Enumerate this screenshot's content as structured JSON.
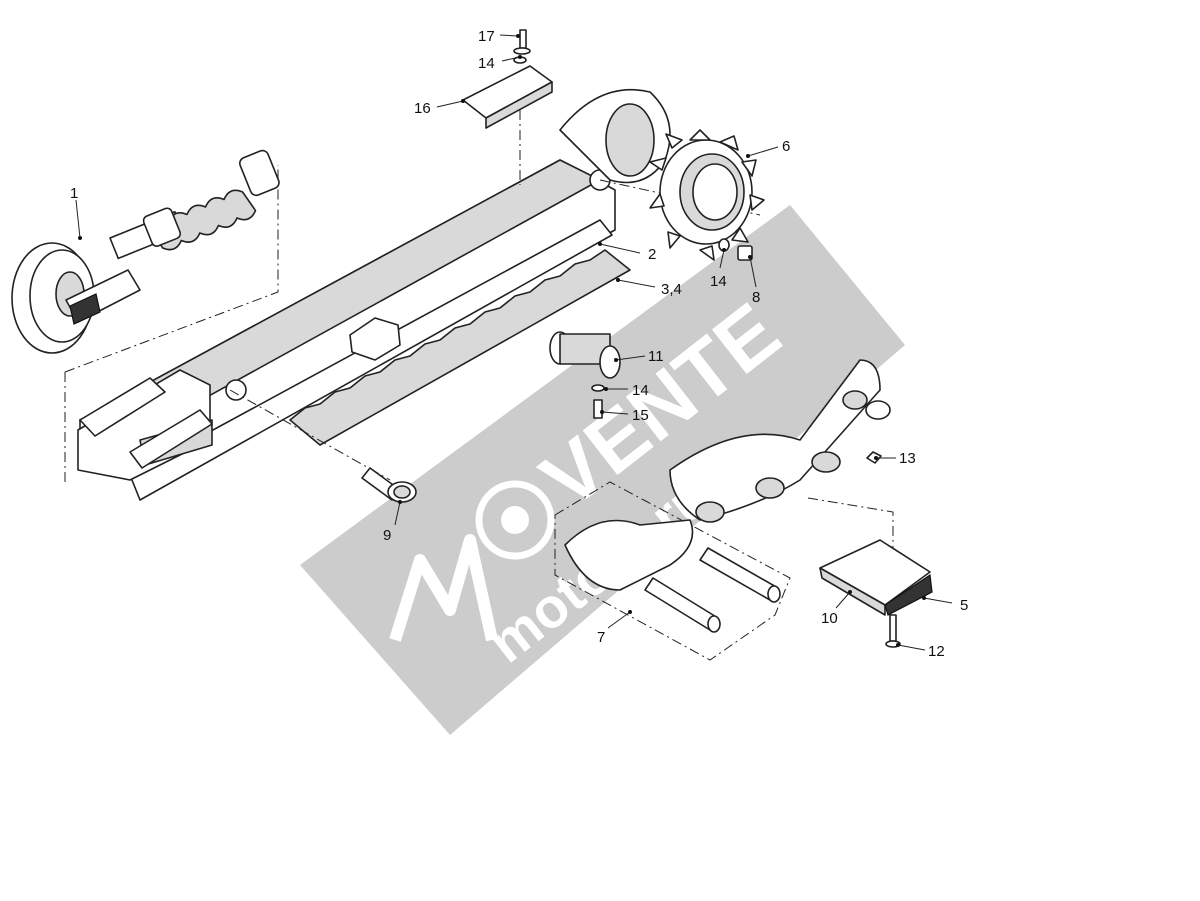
{
  "callouts": {
    "c1": "1",
    "c2": "2",
    "c3_4": "3,4",
    "c5": "5",
    "c6": "6",
    "c7": "7",
    "c8": "8",
    "c9": "9",
    "c10": "10",
    "c11": "11",
    "c12": "12",
    "c13": "13",
    "c14_top": "14",
    "c14_sprocket": "14",
    "c14_roller": "14",
    "c15": "15",
    "c16": "16",
    "c17": "17"
  },
  "watermark": {
    "brand": "VENTE",
    "site": "motors.ru"
  }
}
